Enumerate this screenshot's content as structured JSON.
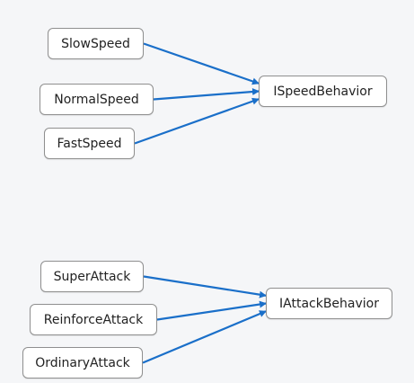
{
  "colors": {
    "background": "#f5f6f8",
    "node_fill": "#ffffff",
    "node_border": "#8f8f8f",
    "edge": "#1a6fc9",
    "text": "#222222"
  },
  "nodes": {
    "slow_speed": "SlowSpeed",
    "normal_speed": "NormalSpeed",
    "fast_speed": "FastSpeed",
    "ispeed_behavior": "ISpeedBehavior",
    "super_attack": "SuperAttack",
    "reinforce_attack": "ReinforceAttack",
    "ordinary_attack": "OrdinaryAttack",
    "iattack_behavior": "IAttackBehavior"
  },
  "edges": [
    {
      "from": "slow_speed",
      "to": "ispeed_behavior"
    },
    {
      "from": "normal_speed",
      "to": "ispeed_behavior"
    },
    {
      "from": "fast_speed",
      "to": "ispeed_behavior"
    },
    {
      "from": "super_attack",
      "to": "iattack_behavior"
    },
    {
      "from": "reinforce_attack",
      "to": "iattack_behavior"
    },
    {
      "from": "ordinary_attack",
      "to": "iattack_behavior"
    }
  ]
}
